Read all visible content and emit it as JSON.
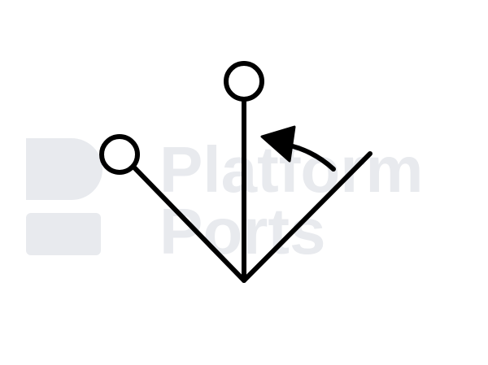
{
  "watermark": {
    "logo_name": "platform-ports-logo",
    "line1": "Platform",
    "line2": "Ports",
    "color": "#e8eaee"
  },
  "symbol": {
    "name": "selector-switch-symbol",
    "stroke_color": "#000000",
    "fill_color": "#ffffff"
  }
}
